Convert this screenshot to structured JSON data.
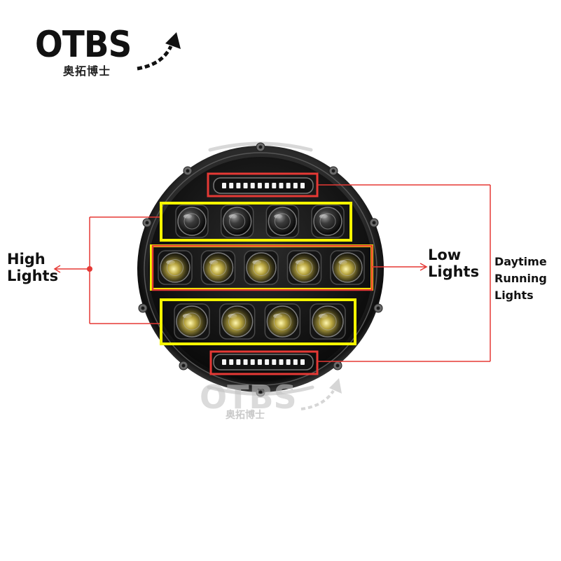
{
  "brand": {
    "logo_text": "OTBS",
    "logo_subtitle": "奥拓博士",
    "watermark_text": "OTBS",
    "watermark_subtitle": "奥拓博士"
  },
  "labels": {
    "high_lights": "High Lights",
    "low_lights": "Low Lights",
    "drl_line1": "Daytime",
    "drl_line2": "Running",
    "drl_line3": "Lights"
  },
  "colors": {
    "annotation_red": "#e53935",
    "highlight_yellow": "#f5f500",
    "housing_black": "#1a1a1a",
    "label_text": "#111111"
  },
  "components": {
    "top_drl_bar": {
      "group": "daytime-running",
      "led_count": 12
    },
    "high_row_top": {
      "group": "high-beam",
      "lens_count": 4
    },
    "low_row_middle": {
      "group": "low-beam",
      "lens_count": 5
    },
    "high_row_bottom": {
      "group": "high-beam",
      "lens_count": 4
    },
    "bottom_drl_bar": {
      "group": "daytime-running",
      "led_count": 12
    }
  }
}
